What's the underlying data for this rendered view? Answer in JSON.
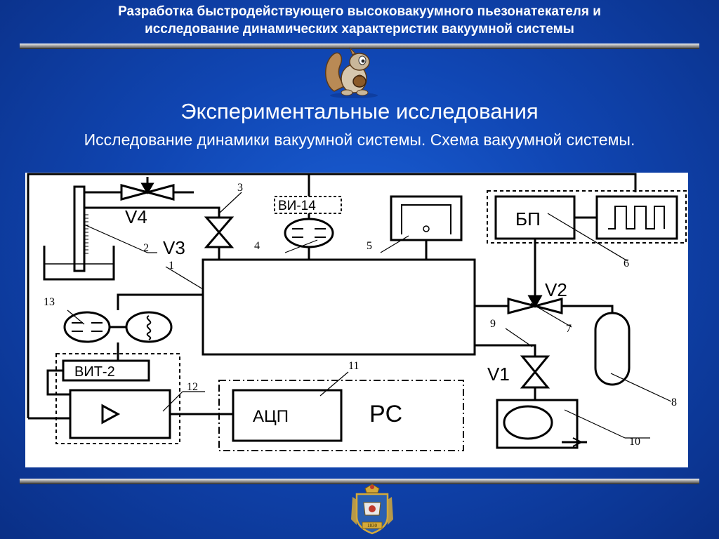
{
  "header": {
    "line1": "Разработка быстродействующего высоковакуумного пьезонатекателя и",
    "line2": "исследование динамических характеристик вакуумной системы"
  },
  "title": "Экспериментальные исследования",
  "subtitle": "Исследование динамики вакуумной системы. Схема вакуумной системы.",
  "diagram": {
    "labels": {
      "vi14": "ВИ-14",
      "bp": "БП",
      "vit2": "ВИТ-2",
      "adc": "АЦП",
      "pc": "PC",
      "v1": "V1",
      "v2": "V2",
      "v3": "V3",
      "v4": "V4"
    },
    "numbers": {
      "n1": "1",
      "n2": "2",
      "n3": "3",
      "n4": "4",
      "n5": "5",
      "n6": "6",
      "n7": "7",
      "n8": "8",
      "n9": "9",
      "n10": "10",
      "n11": "11",
      "n12": "12",
      "n13": "13"
    }
  },
  "emblem": {
    "year": "1830"
  },
  "colors": {
    "background": "#1046b3",
    "panel": "#ffffff",
    "text": "#ffffff",
    "ink": "#000000"
  }
}
